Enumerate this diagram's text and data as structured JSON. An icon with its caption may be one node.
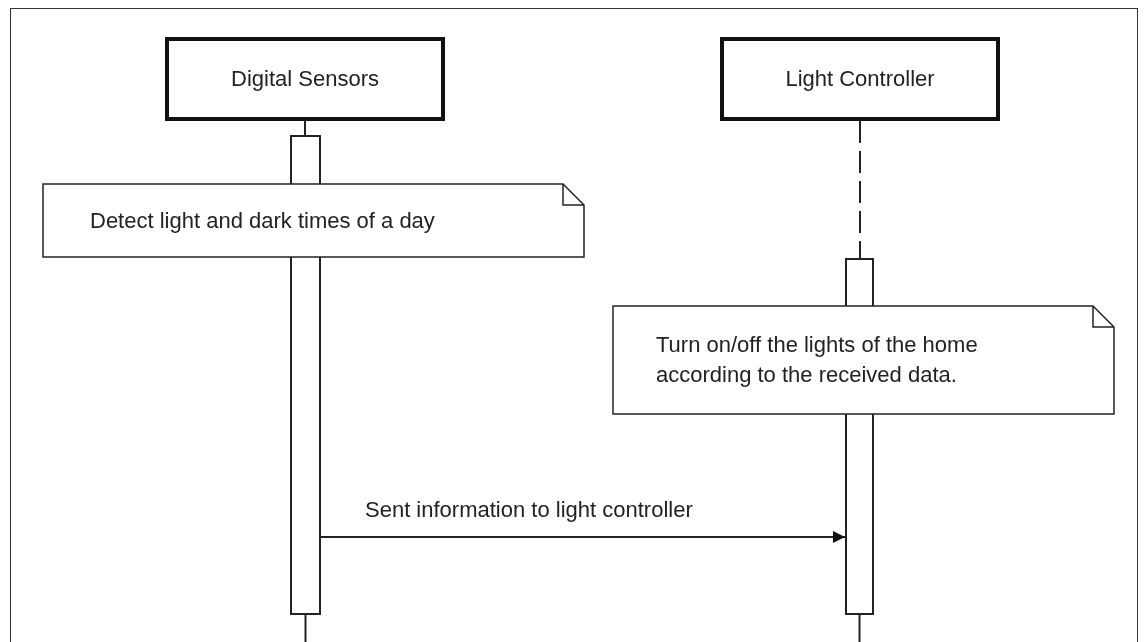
{
  "diagram": {
    "nodes": [
      {
        "text": [
          "Digital Sensors"
        ]
      },
      {
        "text": [
          "Light Controller"
        ]
      },
      {
        "text": [],
        "shape": "bar"
      },
      {
        "text": [],
        "shape": "bar"
      },
      {
        "text": [
          "Detect light and dark times of a day"
        ]
      },
      {
        "text": [
          "Turn on/off the lights of the home according to the received data."
        ]
      }
    ],
    "edges": [
      {
        "from": 0,
        "to": 2,
        "arrow": "none"
      },
      {
        "from": 1,
        "to": 3,
        "arrow": "none",
        "style": "dashed"
      },
      {
        "from": 2,
        "to": 3,
        "arrow": "to",
        "label": "Sent information to light controller"
      },
      {
        "from": 2,
        "to": null,
        "arrow": "none"
      },
      {
        "from": 3,
        "to": null,
        "arrow": "none"
      }
    ]
  }
}
